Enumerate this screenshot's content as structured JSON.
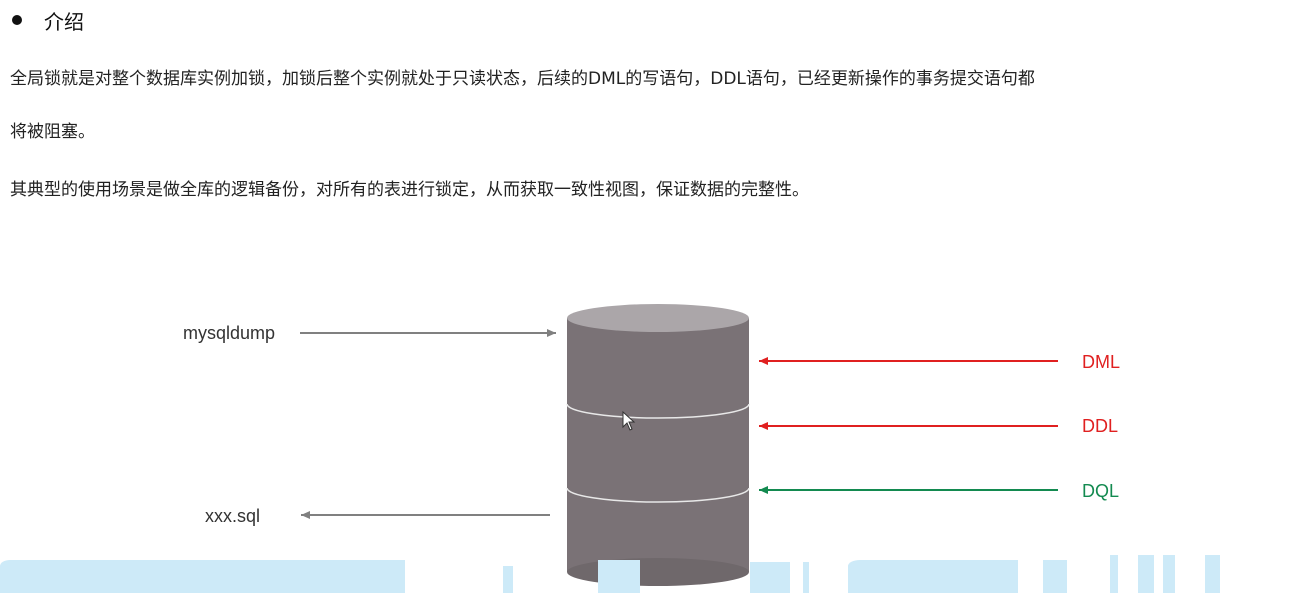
{
  "section": {
    "title": "介绍"
  },
  "paragraphs": {
    "p1": "全局锁就是对整个数据库实例加锁，加锁后整个实例就处于只读状态，后续的DML的写语句，DDL语句，已经更新操作的事务提交语句都",
    "p2": "将被阻塞。",
    "p3": "其典型的使用场景是做全库的逻辑备份，对所有的表进行锁定，从而获取一致性视图，保证数据的完整性。"
  },
  "diagram": {
    "left_labels": {
      "mysqldump": "mysqldump",
      "xxx_sql": "xxx.sql"
    },
    "right_labels": {
      "dml": "DML",
      "ddl": "DDL",
      "dql": "DQL"
    },
    "colors": {
      "cylinder_body": "#7a7276",
      "cylinder_top": "#aba6a9",
      "arrow_gray": "#808080",
      "dml_red": "#e02020",
      "ddl_red": "#e02020",
      "dql_green": "#138a50",
      "highlight_band": "#cdeaf8"
    }
  }
}
